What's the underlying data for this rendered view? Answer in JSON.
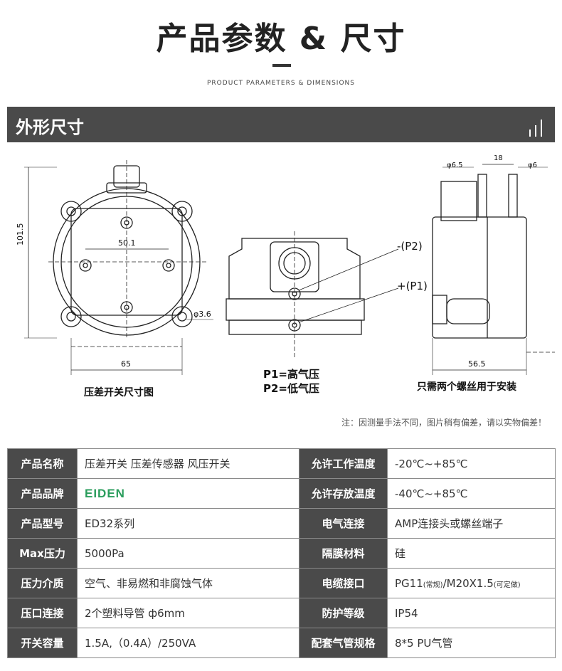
{
  "header": {
    "title": "产品参数 & 尺寸",
    "subtitle": "PRODUCT PARAMETERS & DIMENSIONS"
  },
  "section": {
    "title": "外形尺寸"
  },
  "drawing": {
    "front": {
      "dim_height": "101.5",
      "dim_holes": "50.1",
      "dim_hole_dia": "φ3.6",
      "dim_width": "65",
      "caption": "压差开关尺寸图"
    },
    "ports": {
      "p2_marker": "-(P2)",
      "p1_marker": "+(P1)",
      "p1_desc": "P1=高气压",
      "p2_desc": "P2=低气压"
    },
    "side": {
      "dim_top_left": "φ6.5",
      "dim_top_mid": "18",
      "dim_top_right": "φ6",
      "dim_width": "56.5",
      "caption": "只需两个螺丝用于安装"
    }
  },
  "note": "注：因测量手法不同，图片稍有偏差，请以实物偏差！",
  "specs": {
    "rows": [
      {
        "k1": "产品名称",
        "v1": "压差开关  压差传感器  风压开关",
        "k2": "允许工作温度",
        "v2": "-20℃~+85℃"
      },
      {
        "k1": "产品品牌",
        "v1": "EIDEN",
        "k2": "允许存放温度",
        "v2": "-40℃~+85℃"
      },
      {
        "k1": "产品型号",
        "v1": "ED32系列",
        "k2": "电气连接",
        "v2": "AMP连接头或螺丝端子"
      },
      {
        "k1": "Max压力",
        "v1": "5000Pa",
        "k2": "隔膜材料",
        "v2": "硅"
      },
      {
        "k1": "压力介质",
        "v1": "空气、非易燃和非腐蚀气体",
        "k2": "电缆接口",
        "v2a": "PG11",
        "v2b": "(常规)",
        "v2c": "/M20X1.5",
        "v2d": "(可定做)"
      },
      {
        "k1": "压口连接",
        "v1": "2个塑料导管 ф6mm",
        "k2": "防护等级",
        "v2": "IP54"
      },
      {
        "k1": "开关容量",
        "v1": "1.5A,（0.4A）/250VA",
        "k2": "配套气管规格",
        "v2": "8*5 PU气管"
      }
    ]
  },
  "colors": {
    "header_bg": "#4a4a4a",
    "brand_green": "#2a9d5c"
  }
}
